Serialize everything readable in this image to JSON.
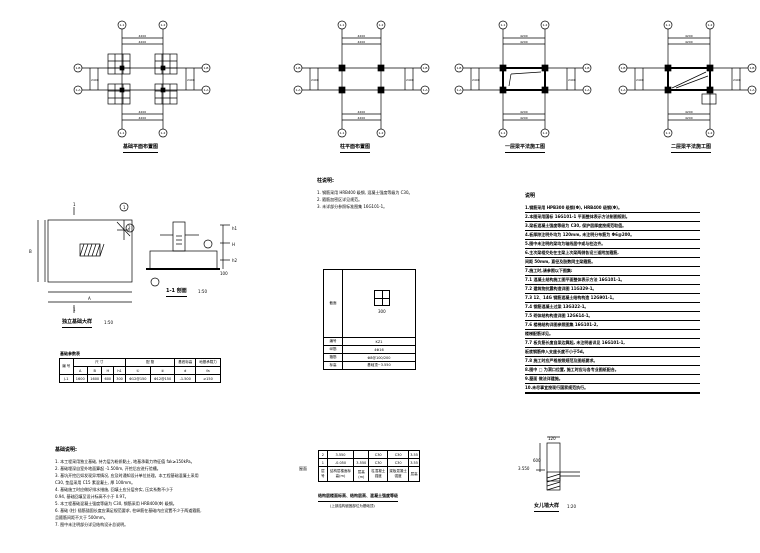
{
  "plans": [
    {
      "title": "基础平面布置图",
      "axes_x": [
        "1-1",
        "1-2"
      ],
      "axes_y": [
        "1-B",
        "1-A"
      ],
      "dim_total": "4200",
      "dim_y": "2400"
    },
    {
      "title": "柱平面布置图",
      "axes_x": [
        "1-1",
        "1-2"
      ],
      "axes_y": [
        "1-B",
        "1-A"
      ],
      "dim_total": "4200",
      "dim_y": "2400"
    },
    {
      "title": "一层梁平法施工图",
      "axes_x": [
        "1-1",
        "1-2"
      ],
      "axes_y": [
        "1-B",
        "1-A"
      ],
      "dim_total": "4200",
      "dim_y": "2400"
    },
    {
      "title": "二层梁平法施工图",
      "axes_x": [
        "1-1",
        "1-2"
      ],
      "axes_y": [
        "1-B",
        "1-A"
      ],
      "dim_total": "4200",
      "dim_y": "2400"
    }
  ],
  "footing": {
    "title": "独立基础大样",
    "scale": "1:50",
    "section_mark": "1",
    "marker1": "1",
    "marker2": "2",
    "dim_a": "A",
    "dim_b": "B"
  },
  "section": {
    "title": "1-1 剖面",
    "scale": "1:50",
    "h1": "h1",
    "h": "H",
    "h2": "h2",
    "cushion": "100"
  },
  "footing_table": {
    "caption": "基础参数表",
    "header1": [
      "编 号",
      "尺 寸",
      "配 筋",
      "基底标高",
      "地基承载力"
    ],
    "header2": [
      "A",
      "B",
      "H",
      "h1",
      "①",
      "②",
      "d",
      "fa"
    ],
    "row": [
      "J-1",
      "1600",
      "1600",
      "600",
      "300",
      "Φ12@150",
      "Φ12@150",
      "-1.500",
      "≥150"
    ]
  },
  "col_notes": {
    "heading": "柱说明:",
    "items": [
      "1. 钢筋采用 HRB400 级钢, 混凝土强度等级为 C30。",
      "2. 箍筋加密区详见规范。",
      "3. 未详部分参照标准图集 16G101-1。"
    ]
  },
  "col_table": {
    "label_section": "截面",
    "size": "300",
    "rows": [
      [
        "编号",
        "KZ1"
      ],
      [
        "纵筋",
        "4Φ16"
      ],
      [
        "箍筋",
        "Φ8@100/200"
      ],
      [
        "标高",
        "基础顶~3.550"
      ]
    ]
  },
  "floor_table": {
    "rows": [
      [
        "2",
        "3.550",
        "",
        "C30",
        "C30",
        "3.55"
      ],
      [
        "1",
        "-0.050",
        "3.550",
        "C30",
        "C30",
        "3.55"
      ]
    ],
    "header": [
      "层号",
      "结构层楼面标高(m)",
      "层高(m)",
      "柱混凝土强度",
      "梁板混凝土强度",
      "层高"
    ],
    "elev_mark": "屋面",
    "caption": "结构层楼面标高、结构层高、混凝土强度等级",
    "subcaption": "(上部结构嵌固部位为基础顶)"
  },
  "right_notes": {
    "heading": "说明",
    "items": [
      "1.钢筋采用 HPB300 级钢(Φ), HRB400 级钢(Φ)。",
      "2.本图采用国标 16G101-1 平面整体表示方法制图规则。",
      "3.梁板混凝土强度等级为 C30, 保护层厚度按规范取值。",
      "4.板厚除注明外均为 120mm, 未注明分布筋为 Φ6@200。",
      "5.图中未注明的梁均为轴线居中或与柱边齐。",
      "6.主次梁相交处在主梁上次梁两侧各设三道附加箍筋,",
      "  间距 50mm, 直径及肢数同主梁箍筋。",
      "7.施工时,请参照以下图集:",
      "7.1 混凝土结构施工图平面整体表示方法 16G101-1。",
      "7.2 建筑物抗震构造详图 11G329-1。",
      "7.3 12、14G 钢筋混凝土结构构造 12G901-1。",
      "7.4 钢筋混凝土过梁 13G322-1。",
      "7.5 砌体结构构造详图 12G614-1。",
      "7.6 楼梯结构详图参照图集 16G101-2,",
      "  楼梯配筋详见。",
      "7.7 板负筋长度自梁边算起, 未注明者详见 16G101-1,",
      "  板底钢筋伸入支座长度不小于5d。",
      "7.8 施工时应严格按照规范及图纸要求。",
      "8.图中 □ 为洞口位置, 施工时应与各专业图纸配合。",
      "9.屋面 做法详建施。",
      "10.未尽事宜按现行国家规范执行。"
    ]
  },
  "detail": {
    "title": "女儿墙大样",
    "scale": "1:20",
    "width": "120",
    "height": "600",
    "elev": "3.550"
  },
  "foundation_notes": {
    "heading": "基础说明:",
    "items": [
      "1. 本工程采用独立基础, 持力层为粉质黏土, 地基承载力特征值 fak≥150kPa。",
      "2. 基础埋深自室外地面算起 -1.500m, 开挖后应进行验槽。",
      "3. 基坑开挖后如发现异常情况, 应及时通知设计单位处理。本工程基础混凝土采用",
      "   C30, 垫层采用 C15 素混凝土, 厚 100mm。",
      "4. 基础施工时应做好排水措施, 回填土应分层夯实, 压实系数不小于",
      "   0.94, 基础回填至设计标高不小于 0.97。",
      "5. 本工程基础混凝土强度等级为 C30, 钢筋采用 HRB400(Φ) 级钢。",
      "6. 基础 (柱) 插筋锚固长度应满足规范要求, 柱纵筋在基础内应设置不少于两道箍筋,",
      "   且箍筋间距不大于 500mm。",
      "7. 图中未注明部分详见结构设计总说明。"
    ]
  }
}
